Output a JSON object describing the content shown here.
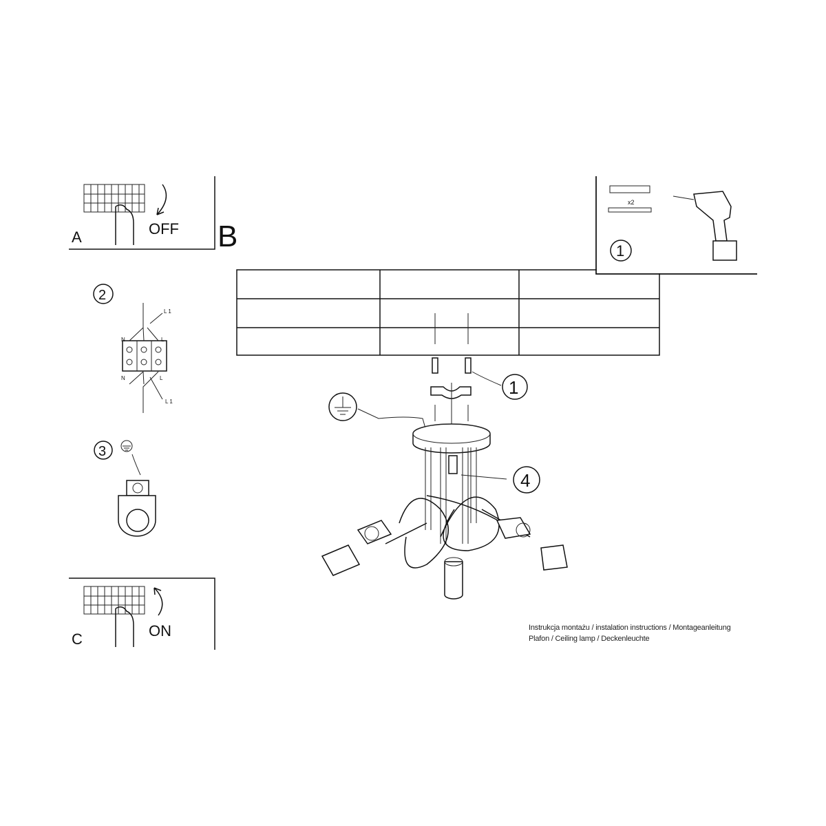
{
  "panel_a": {
    "letter": "A",
    "action": "OFF"
  },
  "panel_b": {
    "letter": "B"
  },
  "panel_c": {
    "letter": "C",
    "action": "ON"
  },
  "step_2": {
    "number": "2",
    "labels": {
      "l1_top": "L 1",
      "n_top": "N",
      "l_top": "L",
      "n_bottom": "N",
      "l_bottom": "L",
      "l1_bottom": "L 1"
    }
  },
  "step_3": {
    "number": "3"
  },
  "tools_panel": {
    "number": "1",
    "quantity": "x2"
  },
  "callouts": {
    "mount": "1",
    "cable": "4"
  },
  "caption": {
    "line1": "Instrukcja montażu / instalation instructions / Montageanleitung",
    "line2": "Plafon / Ceiling lamp / Deckenleuchte"
  }
}
